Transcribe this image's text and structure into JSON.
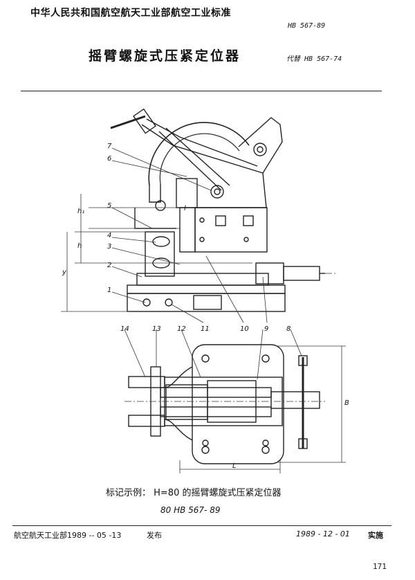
{
  "header": {
    "org_standard": "中华人民共和国航空航天工业部航空工业标准",
    "code": "HB 567-89",
    "title": "摇臂螺旋式压紧定位器",
    "replaces": "代替 HB 567-74"
  },
  "drawing": {
    "part_labels": [
      "1",
      "2",
      "3",
      "4",
      "5",
      "6",
      "7",
      "8",
      "9",
      "10",
      "11",
      "12",
      "13",
      "14"
    ],
    "dim_labels": {
      "h1": "h₁",
      "h": "h",
      "y": "y",
      "l": "l",
      "L": "L",
      "B": "B"
    }
  },
  "marking": {
    "line1": "标记示例：  H=80  的摇臂螺旋式压紧定位器",
    "line2": "80   HB 567- 89"
  },
  "footer": {
    "issuer": "航空航天工业部1989 -- 05 -13",
    "issued": "发布",
    "effective_date": "1989 - 12 - 01",
    "effective": "实施",
    "page": "171"
  }
}
